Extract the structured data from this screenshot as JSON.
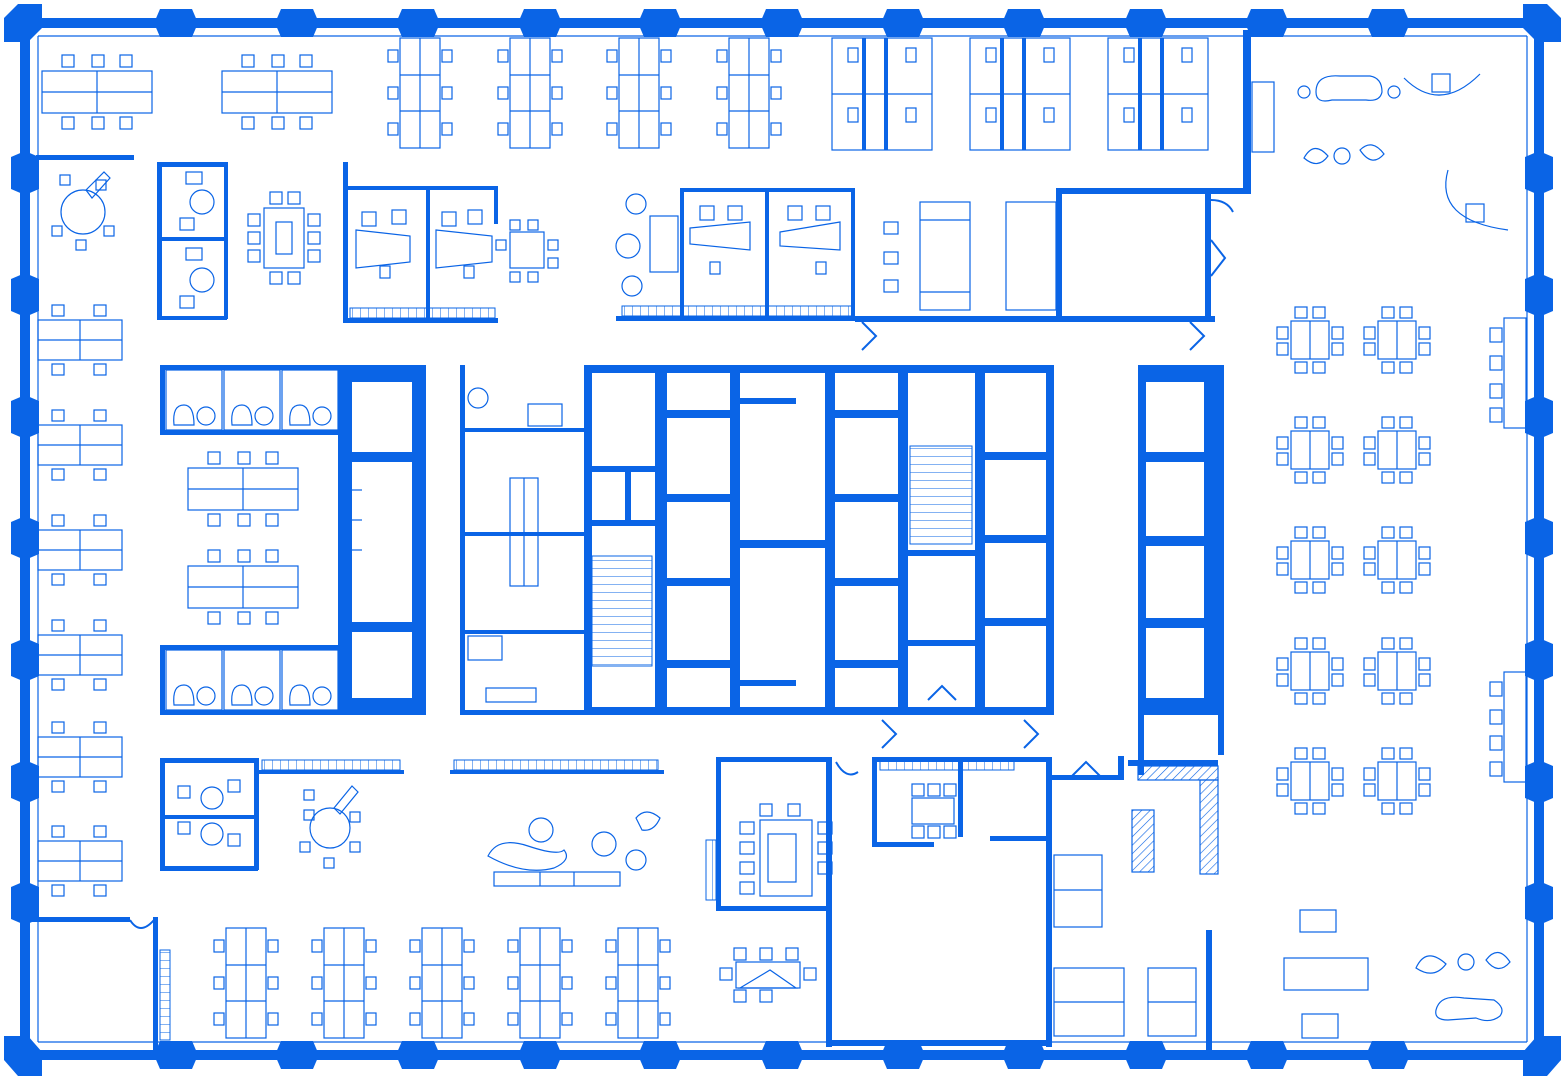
{
  "colors": {
    "wall": "#0a64e6",
    "background": "#ffffff"
  },
  "floorplan": {
    "workstation_clusters": {
      "top_row": 7,
      "bottom_row": 5,
      "left_column": 6
    },
    "conference_tables": {
      "lounge_four_tops": 10
    }
  }
}
